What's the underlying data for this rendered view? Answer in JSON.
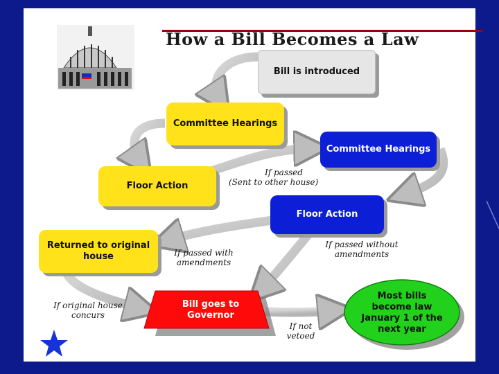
{
  "title": "How a Bill Becomes a Law",
  "steps": {
    "introduced": "Bill is introduced",
    "committee_1": "Committee Hearings",
    "floor_1": "Floor Action",
    "committee_2": "Committee Hearings",
    "floor_2": "Floor Action",
    "returned": "Returned to original house",
    "governor": "Bill goes to Governor",
    "law": "Most bills become law January 1 of the next year"
  },
  "conditions": {
    "if_passed": "If passed",
    "sent": "(Sent to other house)",
    "with_amendments": "If passed with amendments",
    "without_amendments": "If passed without amendments",
    "concurs": "If original house concurs",
    "not_vetoed": "If not vetoed"
  },
  "colors": {
    "background": "#0d1a8c",
    "yellow": "#ffe21a",
    "blue": "#0d1fd6",
    "red": "#ff0a0a",
    "green": "#22d11c",
    "title_rule": "#9a0010"
  },
  "icons": [
    "capitol-dome-icon",
    "star-icon"
  ]
}
